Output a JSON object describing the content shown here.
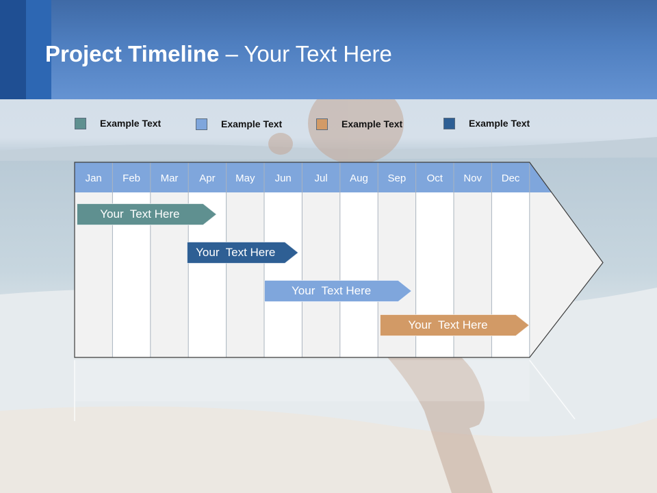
{
  "title": {
    "bold": "Project Timeline",
    "rest": " – Your Text Here"
  },
  "legend": [
    {
      "label": "Example Text",
      "color": "#5f9090"
    },
    {
      "label": "Example Text",
      "color": "#7fa6dc"
    },
    {
      "label": "Example Text",
      "color": "#d29a66"
    },
    {
      "label": "Example Text",
      "color": "#2e5f94"
    }
  ],
  "months": [
    "Jan",
    "Feb",
    "Mar",
    "Apr",
    "May",
    "Jun",
    "Jul",
    "Aug",
    "Sep",
    "Oct",
    "Nov",
    "Dec"
  ],
  "tasks": [
    {
      "label": "Your  Text Here",
      "start_month": 0,
      "end_month": 3.75,
      "color": "#5f9090"
    },
    {
      "label": "Your  Text Here",
      "start_month": 2.9,
      "end_month": 5.9,
      "color": "#2e5f94"
    },
    {
      "label": "Your  Text Here",
      "start_month": 4.95,
      "end_month": 8.9,
      "color": "#7fa6dc"
    },
    {
      "label": "Your  Text Here",
      "start_month": 8.0,
      "end_month": 12.0,
      "color": "#d29a66"
    }
  ],
  "colors": {
    "header_row": "#7fa6dc",
    "grid_light": "#f2f2f2",
    "grid_white": "#ffffff"
  }
}
